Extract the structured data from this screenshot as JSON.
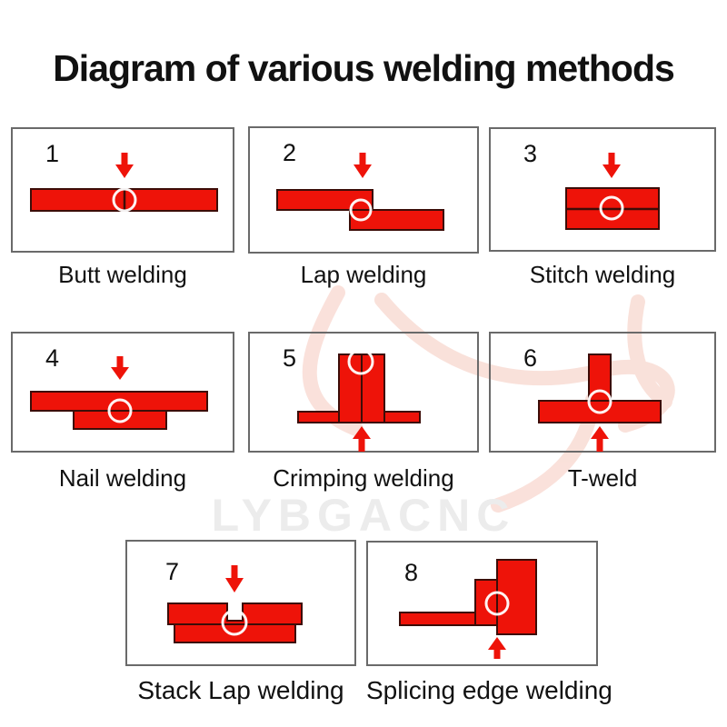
{
  "title": "Diagram of various welding methods",
  "watermark": {
    "text": "LYBGACNC"
  },
  "colors": {
    "red": "#ee1309",
    "bar-border": "#3c0d08",
    "box-border": "#6a6a6a",
    "ink": "#111111",
    "wm-text": "#ececec",
    "wm-logo": "#f9ded7"
  },
  "panels": [
    {
      "number": "1",
      "label": "Butt welding"
    },
    {
      "number": "2",
      "label": "Lap welding"
    },
    {
      "number": "3",
      "label": "Stitch welding"
    },
    {
      "number": "4",
      "label": "Nail welding"
    },
    {
      "number": "5",
      "label": "Crimping welding"
    },
    {
      "number": "6",
      "label": "T-weld"
    },
    {
      "number": "7",
      "label": "Stack Lap welding"
    },
    {
      "number": "8",
      "label": "Splicing edge welding"
    }
  ]
}
